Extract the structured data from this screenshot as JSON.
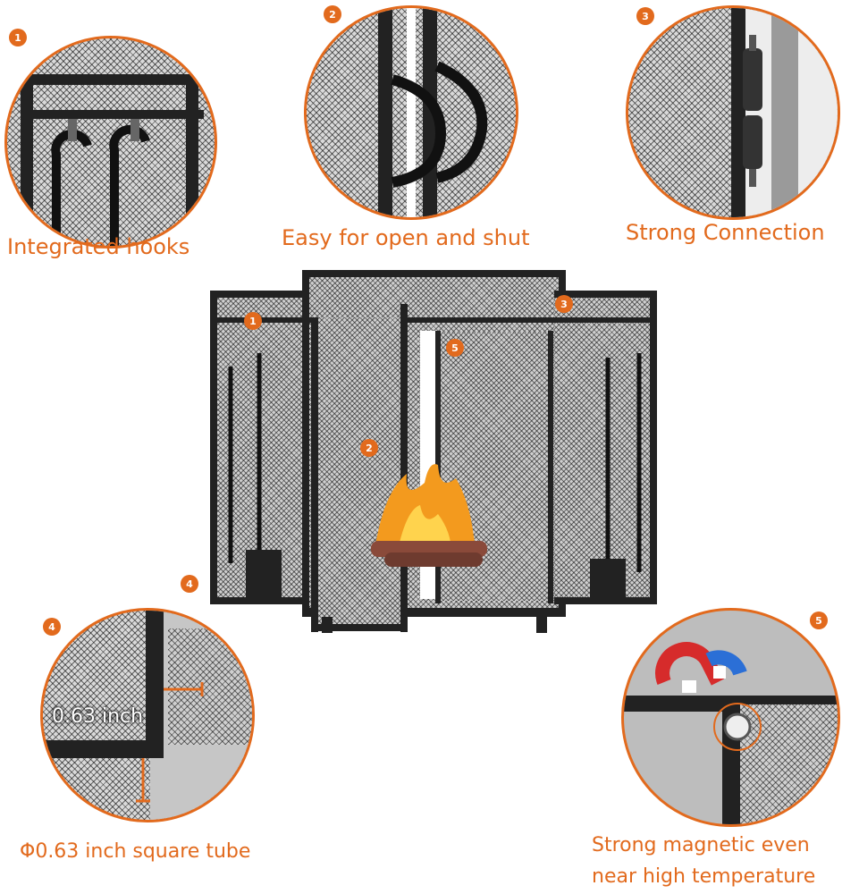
{
  "callouts": [
    {
      "number": "1",
      "caption": "Integrated hooks"
    },
    {
      "number": "2",
      "caption": "Easy for open and shut"
    },
    {
      "number": "3",
      "caption": "Strong Connection"
    },
    {
      "number": "4",
      "caption": "Φ0.63 inch square tube",
      "measure": "0.63 inch"
    },
    {
      "number": "5",
      "caption_line1": "Strong magnetic even",
      "caption_line2": "near high temperature"
    }
  ],
  "colors": {
    "accent": "#e26a1d",
    "frame": "#222222"
  }
}
